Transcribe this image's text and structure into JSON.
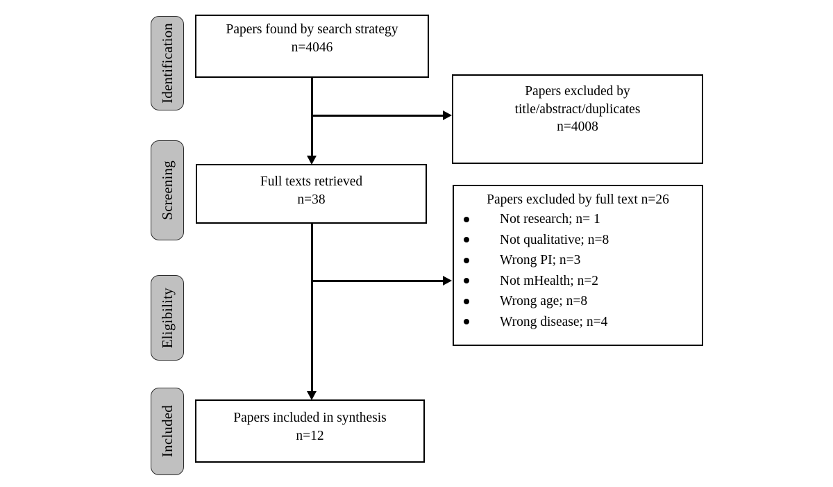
{
  "diagram": {
    "type": "prisma-flow-diagram",
    "phases": [
      {
        "id": "identification",
        "label": "Identification"
      },
      {
        "id": "screening",
        "label": "Screening"
      },
      {
        "id": "eligibility",
        "label": "Eligibility"
      },
      {
        "id": "included",
        "label": "Included"
      }
    ],
    "boxes": [
      {
        "id": "records-found",
        "lines": [
          "Papers found by search strategy",
          "n=4046"
        ],
        "count": 4046
      },
      {
        "id": "records-excluded",
        "lines": [
          "Papers excluded by",
          "title/abstract/duplicates",
          "n=4008"
        ],
        "count": 4008
      },
      {
        "id": "full-texts-retrieved",
        "lines": [
          "Full texts retrieved",
          "n=38"
        ],
        "count": 38
      },
      {
        "id": "papers-included",
        "lines": [
          "Papers included in synthesis",
          "n=12"
        ],
        "count": 12
      }
    ],
    "exclusion_list": {
      "id": "full-text-exclusions",
      "title": "Papers excluded by full text n=26",
      "total": 26,
      "items": [
        {
          "label": "Not research; n= 1",
          "reason": "Not research",
          "n": 1
        },
        {
          "label": "Not qualitative; n=8",
          "reason": "Not qualitative",
          "n": 8
        },
        {
          "label": "Wrong PI; n=3",
          "reason": "Wrong PI",
          "n": 3
        },
        {
          "label": "Not mHealth; n=2",
          "reason": "Not mHealth",
          "n": 2
        },
        {
          "label": "Wrong age; n=8",
          "reason": "Wrong age",
          "n": 8
        },
        {
          "label": "Wrong disease; n=4",
          "reason": "Wrong disease",
          "n": 4
        }
      ]
    },
    "colors": {
      "phase_tab_fill": "#c0c0c0",
      "phase_tab_border": "#2b2b2b",
      "box_border": "#000000",
      "background": "#ffffff",
      "text": "#000000"
    }
  }
}
